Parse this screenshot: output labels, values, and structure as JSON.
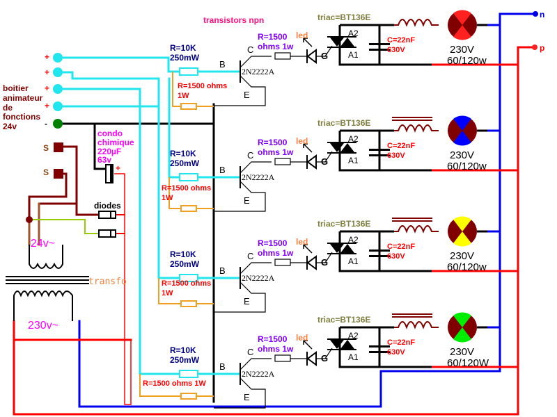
{
  "title": "transistors npn",
  "colors": {
    "signal": "#22e6ee",
    "ground": "#000000",
    "emitter_res": "#f0a020",
    "neutral": "#0000ee",
    "phase": "#ff0000",
    "brown": "#800000",
    "diode_link": "#99cc00",
    "lamp_body": "#800000"
  },
  "controller": {
    "label_lines": [
      "boitier",
      "animateur",
      "de",
      "fonctions",
      "24v"
    ],
    "inputs": [
      "+",
      "+",
      "+",
      "+"
    ],
    "ground": "-",
    "switches": [
      "S",
      "S"
    ]
  },
  "capacitor": {
    "lines": [
      "condo",
      "chimique",
      "220µF",
      "63v"
    ],
    "polarity": "+"
  },
  "diodes_label": "diodes",
  "transformer": {
    "label": "transfo",
    "secondary": "24v~",
    "primary": "230v~"
  },
  "mains": {
    "neutral": "n",
    "phase": "p"
  },
  "channels": [
    {
      "base_res": [
        "R=10K",
        "250mW"
      ],
      "emitter_res": [
        "R=1500 ohms",
        "1W"
      ],
      "collector_res": [
        "R=1500",
        "ohms 1w"
      ],
      "transistor": "2N2222A",
      "pins": {
        "b": "B",
        "c": "C",
        "e": "E"
      },
      "led": "led",
      "triac": "triac=BT136E",
      "triac_pins": {
        "a2": "A2",
        "a1": "A1",
        "g": "G"
      },
      "cap": [
        "C=22nF",
        "630V"
      ],
      "lamp": [
        "230V",
        "60/120w"
      ],
      "lamp_color": "#ff2020"
    },
    {
      "base_res": [
        "R=10K",
        "250mW"
      ],
      "emitter_res": [
        "R=1500 ohms",
        "1W"
      ],
      "collector_res": [
        "R=1500",
        "ohms 1w"
      ],
      "transistor": "2N2222A",
      "pins": {
        "b": "B",
        "c": "C",
        "e": "E"
      },
      "led": "led",
      "triac": "triac=BT136E",
      "triac_pins": {
        "a2": "A2",
        "a1": "A1",
        "g": "G"
      },
      "cap": [
        "C=22nF",
        "630V"
      ],
      "lamp": [
        "230V",
        "60/120w"
      ],
      "lamp_color": "#0000ff"
    },
    {
      "base_res": [
        "R=10K",
        "250mW"
      ],
      "emitter_res": [
        "R=1500 ohms",
        "1W"
      ],
      "collector_res": [
        "R=1500",
        "ohms 1w"
      ],
      "transistor": "2N2222A",
      "pins": {
        "b": "B",
        "c": "C",
        "e": "E"
      },
      "led": "led",
      "triac": "triac=BT136E",
      "triac_pins": {
        "a2": "A2",
        "a1": "A1",
        "g": "G"
      },
      "cap": [
        "C=22nF",
        "630V"
      ],
      "lamp": [
        "230V",
        "60/120w"
      ],
      "lamp_color": "#ffff00"
    },
    {
      "base_res": [
        "R=10K",
        "250mW"
      ],
      "emitter_res": [
        "R=1500 ohms 1W",
        ""
      ],
      "collector_res": [
        "R=1500",
        "ohms 1w"
      ],
      "transistor": "2N2222A",
      "pins": {
        "b": "B",
        "c": "C",
        "e": "E"
      },
      "led": "led",
      "triac": "triac=BT136E",
      "triac_pins": {
        "a2": "A2",
        "a1": "A1",
        "g": "G"
      },
      "cap": [
        "C=22nF",
        "630V"
      ],
      "lamp": [
        "230V",
        "60/120W"
      ],
      "lamp_color": "#00ee00"
    }
  ]
}
